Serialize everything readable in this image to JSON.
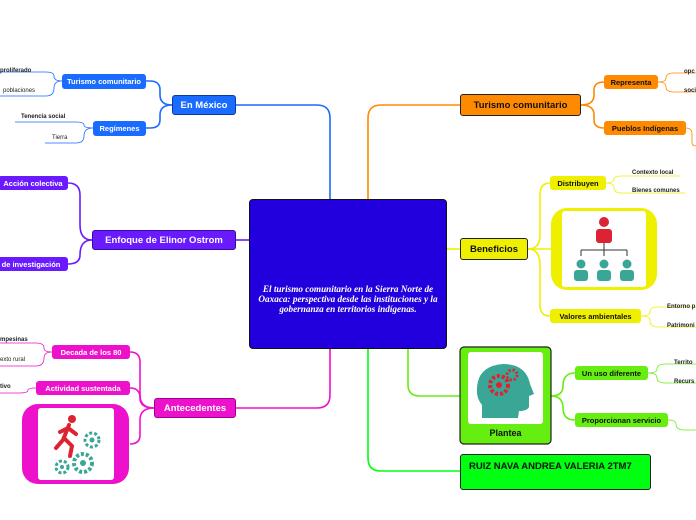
{
  "center": {
    "title": "El turismo comunitario en la Sierra Norte de Oaxaca: perspectiva desde las instituciones y la gobernanza en territorios indígenas.",
    "icon": "airplane-icon"
  },
  "left": {
    "en_mexico": {
      "label": "En México",
      "turismo_comunitario": {
        "label": "Turismo comunitario",
        "leaves": [
          "proliferado",
          "poblaciones"
        ]
      },
      "regimenes": {
        "label": "Regímenes",
        "leaves": [
          "Tenencia social",
          "Tierra"
        ]
      }
    },
    "ostrom": {
      "label": "Enfoque de Elinor Ostrom",
      "accion": "Acción colectiva",
      "investigacion": "de investigación"
    },
    "antecedentes": {
      "label": "Antecedentes",
      "decada": {
        "label": "Decada de los 80",
        "leaves": [
          "mpesinas",
          "exto rural"
        ]
      },
      "actividad": {
        "label": "Actividad sustentada",
        "leaves": [
          "tivo"
        ]
      },
      "icon": "running-person-gears-icon"
    }
  },
  "right": {
    "turismo": {
      "label": "Turismo comunitario",
      "representa": {
        "label": "Representa",
        "leaves": [
          "opc",
          "soci"
        ]
      },
      "pueblos": "Pueblos Indígenas"
    },
    "beneficios": {
      "label": "Beneficios",
      "distribuyen": {
        "label": "Distribuyen",
        "leaves": [
          "Contexto local",
          "Bienes comunes"
        ]
      },
      "valores": {
        "label": "Valores ambientales",
        "leaves": [
          "Entorno p",
          "Patrimoni"
        ]
      },
      "icon": "org-chart-icon"
    },
    "plantea": {
      "label": "Plantea",
      "icon": "head-gears-icon",
      "uso": {
        "label": "Un uso diferente",
        "leaves": [
          "Territo",
          "Recurs"
        ]
      },
      "servicio": "Proporcionan servicio"
    },
    "author": "RUIZ NAVA ANDREA VALERIA 2TM7"
  },
  "colors": {
    "center_fill": "#2200dd",
    "blue": "#1a6bff",
    "purple": "#6a1aff",
    "magenta": "#ee11cc",
    "orange": "#ff8a00",
    "yellow": "#eef000",
    "green": "#66ee11",
    "bright_green": "#00ff11",
    "icon_teal": "#3aa696",
    "icon_red": "#dd2233"
  }
}
